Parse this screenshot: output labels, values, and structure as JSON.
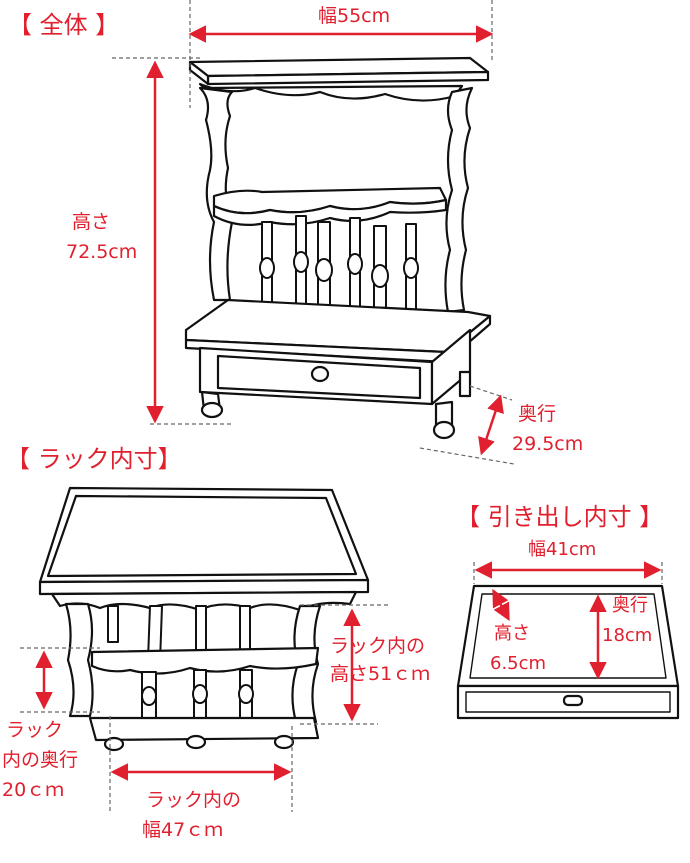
{
  "sections": {
    "whole": "【 全体 】",
    "rack": "【 ラック内寸】",
    "drawer": "【 引き出し内寸 】"
  },
  "whole": {
    "width": "幅55cm",
    "height_label": "高さ",
    "height_value": "72.5cm",
    "depth_label": "奥行",
    "depth_value": "29.5cm"
  },
  "rack": {
    "height_line1": "ラック内の",
    "height_line2": "高さ51ｃｍ",
    "depth_line1": "ラック",
    "depth_line2": "内の奥行",
    "depth_line3": "20ｃｍ",
    "width_line1": "ラック内の",
    "width_line2": "幅47ｃｍ"
  },
  "drawer": {
    "width": "幅41cm",
    "depth_label": "奥行",
    "depth_value": "18cm",
    "height_label": "高さ",
    "height_value": "6.5cm"
  },
  "colors": {
    "accent": "#e0202e",
    "line": "#111111",
    "guide": "#666666"
  }
}
